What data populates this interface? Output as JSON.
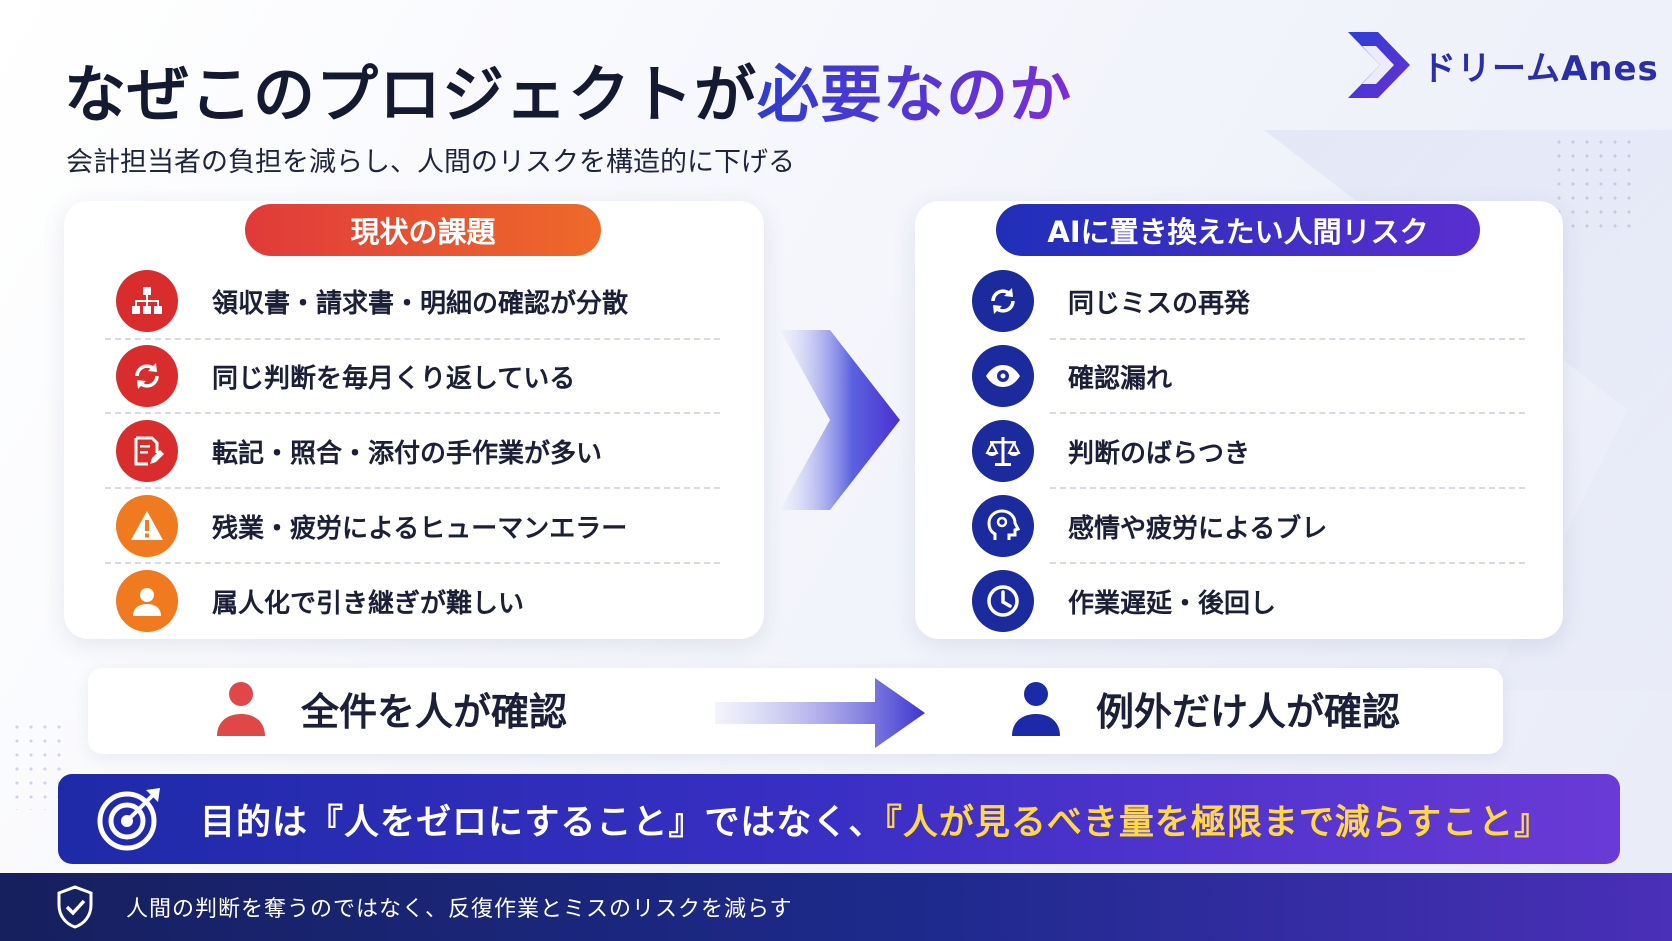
{
  "header": {
    "title_main": "なぜこのプロジェクトが",
    "title_accent": "必要なのか",
    "subtitle": "会計担当者の負担を減らし、人間のリスクを構造的に下げる",
    "logo_text": "ドリームAnes"
  },
  "left_panel": {
    "heading": "現状の課題",
    "items": [
      {
        "label": "領収書・請求書・明細の確認が分散",
        "icon": "org-chart-icon"
      },
      {
        "label": "同じ判断を毎月くり返している",
        "icon": "repeat-icon"
      },
      {
        "label": "転記・照合・添付の手作業が多い",
        "icon": "edit-document-icon"
      },
      {
        "label": "残業・疲労によるヒューマンエラー",
        "icon": "warning-icon"
      },
      {
        "label": "属人化で引き継ぎが難しい",
        "icon": "person-icon"
      }
    ]
  },
  "right_panel": {
    "heading": "AIに置き換えたい人間リスク",
    "items": [
      {
        "label": "同じミスの再発",
        "icon": "refresh-icon"
      },
      {
        "label": "確認漏れ",
        "icon": "eye-icon"
      },
      {
        "label": "判断のばらつき",
        "icon": "scale-icon"
      },
      {
        "label": "感情や疲労によるブレ",
        "icon": "head-icon"
      },
      {
        "label": "作業遅延・後回し",
        "icon": "clock-icon"
      }
    ]
  },
  "flow": {
    "from": "全件を人が確認",
    "to": "例外だけ人が確認"
  },
  "goal": {
    "prefix": "目的は『人をゼロにすること』ではなく、",
    "highlight": "『人が見るべき量を極限まで減らすこと』"
  },
  "footer": {
    "text": "人間の判断を奪うのではなく、反復作業とミスのリスクを減らす"
  },
  "colors": {
    "accent_blue": "#2f3dd0",
    "accent_purple": "#7b2ed6",
    "issue_red": "#d92d2d",
    "issue_orange": "#ef7a1f",
    "risk_navy": "#1b2a9c",
    "highlight_yellow": "#ffd84a"
  }
}
